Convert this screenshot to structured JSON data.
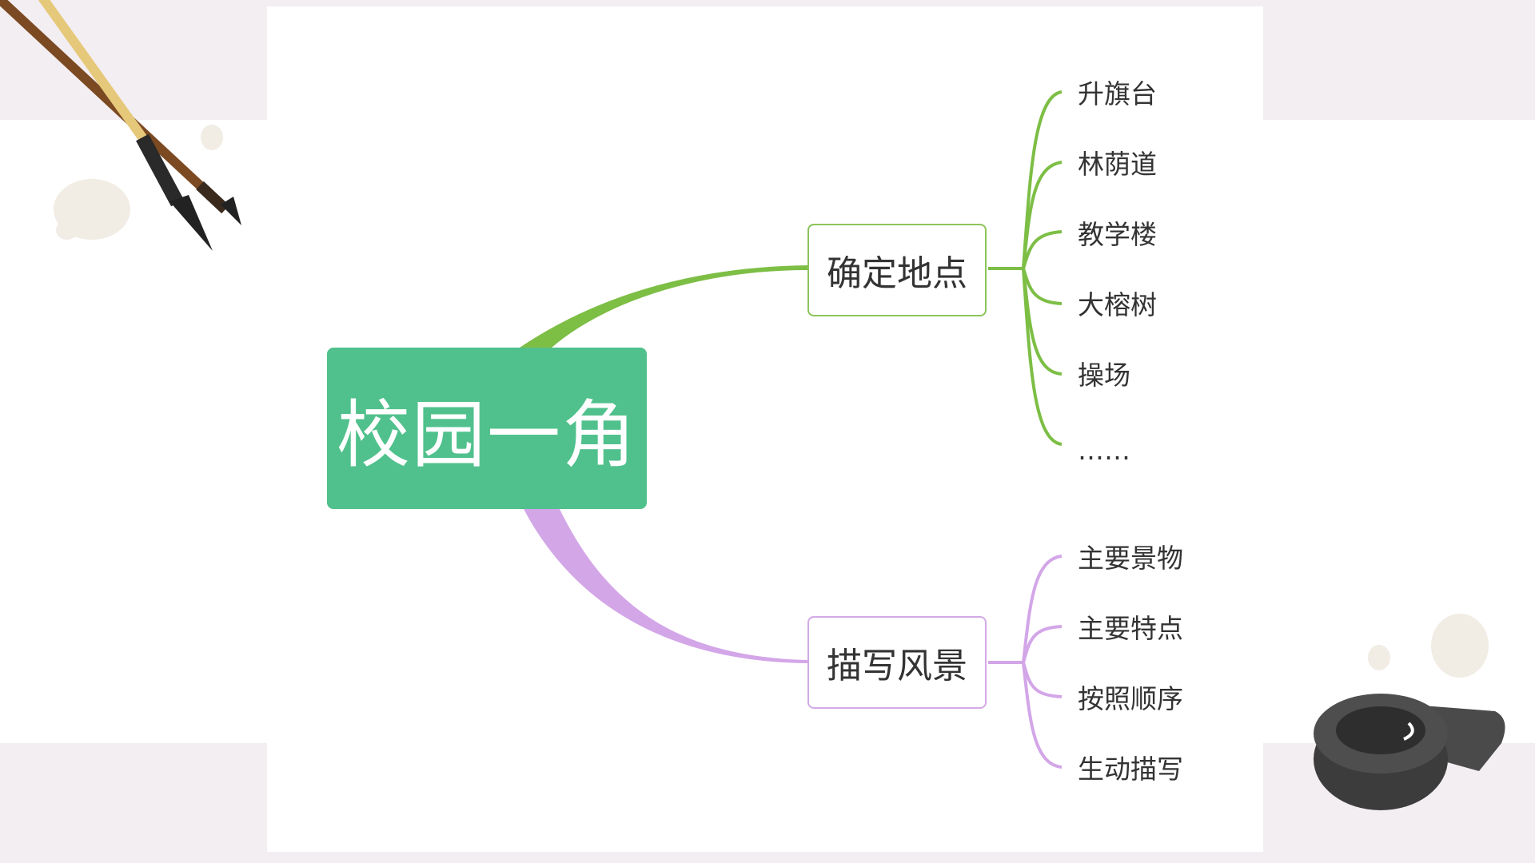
{
  "root": {
    "label": "校园一角"
  },
  "branches": [
    {
      "label": "确定地点",
      "color": "#7dbe45",
      "children": [
        "升旗台",
        "林荫道",
        "教学楼",
        "大榕树",
        "操场",
        "……"
      ]
    },
    {
      "label": "描写风景",
      "color": "#d3a6e8",
      "children": [
        "主要景物",
        "主要特点",
        "按照顺序",
        "生动描写"
      ]
    }
  ],
  "colors": {
    "background_band": "#f3eef2",
    "root_fill": "#50c18c",
    "text": "#333333"
  },
  "decorations": [
    "brush-icon",
    "inkstone-icon",
    "ink-splash"
  ]
}
